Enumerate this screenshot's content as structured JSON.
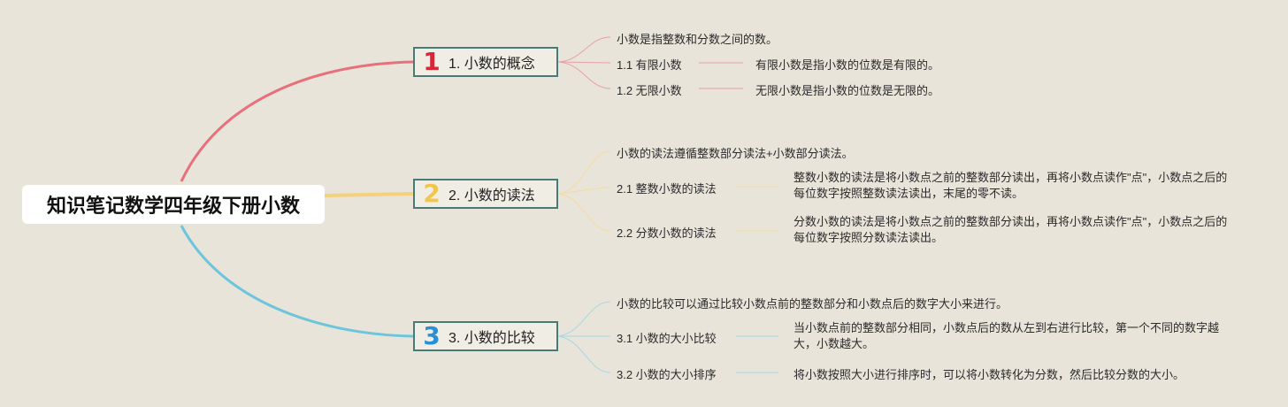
{
  "root": {
    "title": "知识笔记数学四年级下册小数"
  },
  "branches": [
    {
      "number": "1",
      "title": "1. 小数的概念",
      "color": "#e8707a",
      "intro": "小数是指整数和分数之间的数。",
      "subs": [
        {
          "label": "1.1 有限小数",
          "desc": "有限小数是指小数的位数是有限的。"
        },
        {
          "label": "1.2 无限小数",
          "desc": "无限小数是指小数的位数是无限的。"
        }
      ]
    },
    {
      "number": "2",
      "title": "2. 小数的读法",
      "color": "#f5d27a",
      "intro": "小数的读法遵循整数部分读法+小数部分读法。",
      "subs": [
        {
          "label": "2.1 整数小数的读法",
          "desc": "整数小数的读法是将小数点之前的整数部分读出，再将小数点读作\"点\"，小数点之后的每位数字按照整数读法读出，末尾的零不读。"
        },
        {
          "label": "2.2 分数小数的读法",
          "desc": "分数小数的读法是将小数点之前的整数部分读出，再将小数点读作\"点\"，小数点之后的每位数字按照分数读法读出。"
        }
      ]
    },
    {
      "number": "3",
      "title": "3. 小数的比较",
      "color": "#6cc5dc",
      "intro": "小数的比较可以通过比较小数点前的整数部分和小数点后的数字大小来进行。",
      "subs": [
        {
          "label": "3.1 小数的大小比较",
          "desc": "当小数点前的整数部分相同，小数点后的数从左到右进行比较，第一个不同的数字越大，小数越大。"
        },
        {
          "label": "3.2 小数的大小排序",
          "desc": "将小数按照大小进行排序时，可以将小数转化为分数，然后比较分数的大小。"
        }
      ]
    }
  ],
  "number_colors": [
    "#d2283a",
    "#f2c64a",
    "#2a8fd6"
  ]
}
